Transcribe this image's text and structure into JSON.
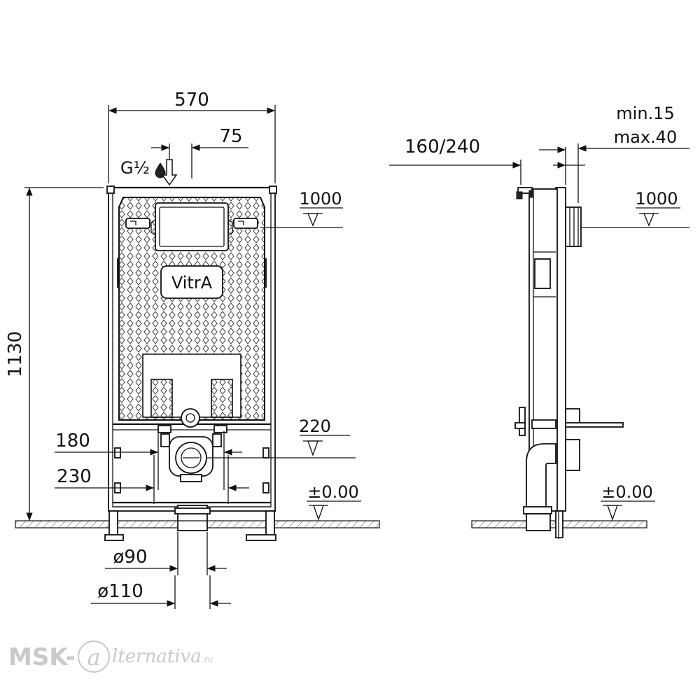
{
  "front_view": {
    "width": "570",
    "offset": "75",
    "height": "1130",
    "pipe_thread": "G½",
    "level_1000": "1000",
    "dim_180": "180",
    "dim_230": "230",
    "level_220": "220",
    "level_zero": "±0.00",
    "diam_90": "ø90",
    "diam_110": "ø110",
    "brand": "VitrA"
  },
  "side_view": {
    "wall_depth": "160/240",
    "min_label": "min.15",
    "max_label": "max.40",
    "level_1000": "1000",
    "level_zero": "±0.00"
  },
  "watermark": {
    "prefix": "MSK-",
    "letter": "a",
    "suffix": "lternativa",
    "domain": ".ru"
  },
  "icons": {
    "flush_button_icon": "flush-plate-icon",
    "water_drop_icon": "water-drop-icon",
    "arrow_down_icon": "arrow-down-icon"
  }
}
